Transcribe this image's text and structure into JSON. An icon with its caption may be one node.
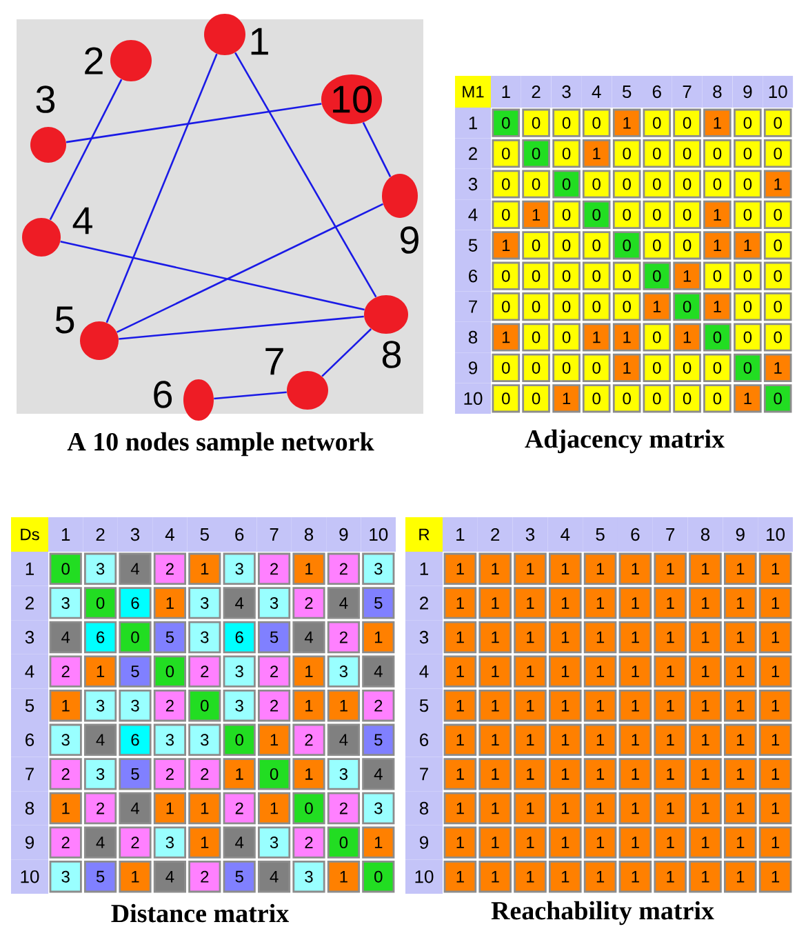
{
  "diagram": {
    "nodes": [
      {
        "text": [],
        "shape": "circle",
        "beside": [
          "1"
        ]
      },
      {
        "text": [],
        "shape": "circle",
        "beside": [
          "2"
        ]
      },
      {
        "text": [],
        "shape": "circle",
        "beside": [
          "3"
        ]
      },
      {
        "text": [],
        "shape": "circle",
        "beside": [
          "4"
        ]
      },
      {
        "text": [],
        "shape": "circle",
        "beside": [
          "5"
        ]
      },
      {
        "text": [],
        "shape": "circle",
        "beside": [
          "6"
        ]
      },
      {
        "text": [],
        "shape": "circle",
        "beside": [
          "7"
        ]
      },
      {
        "text": [],
        "shape": "circle",
        "beside": [
          "8"
        ]
      },
      {
        "text": [],
        "shape": "circle",
        "beside": [
          "9"
        ]
      },
      {
        "text": [
          "10"
        ]
      }
    ],
    "edges": [
      {
        "from": 0,
        "to": 4,
        "arrow": "none"
      },
      {
        "from": 0,
        "to": 7,
        "arrow": "none"
      },
      {
        "from": 1,
        "to": 3,
        "arrow": "none"
      },
      {
        "from": 2,
        "to": 9,
        "arrow": "none"
      },
      {
        "from": 3,
        "to": 7,
        "arrow": "none"
      },
      {
        "from": 4,
        "to": 7,
        "arrow": "none"
      },
      {
        "from": 4,
        "to": 8,
        "arrow": "none"
      },
      {
        "from": 5,
        "to": 6,
        "arrow": "none"
      },
      {
        "from": 6,
        "to": 7,
        "arrow": "none"
      },
      {
        "from": 8,
        "to": 9,
        "arrow": "none"
      }
    ],
    "labels": [
      "A 10 nodes sample network",
      "M1",
      "1",
      "2",
      "3",
      "4",
      "5",
      "6",
      "7",
      "8",
      "9",
      "10",
      "1",
      "0",
      "0",
      "0",
      "0",
      "1",
      "0",
      "0",
      "1",
      "0",
      "0",
      "2",
      "0",
      "0",
      "0",
      "1",
      "0",
      "0",
      "0",
      "0",
      "0",
      "0",
      "3",
      "0",
      "0",
      "0",
      "0",
      "0",
      "0",
      "0",
      "0",
      "0",
      "1",
      "4",
      "0",
      "1",
      "0",
      "0",
      "0",
      "0",
      "0",
      "1",
      "0",
      "0",
      "5",
      "1",
      "0",
      "0",
      "0",
      "0",
      "0",
      "0",
      "1",
      "1",
      "0",
      "6",
      "0",
      "0",
      "0",
      "0",
      "0",
      "0",
      "1",
      "0",
      "0",
      "0",
      "7",
      "0",
      "0",
      "0",
      "0",
      "0",
      "1",
      "0",
      "1",
      "0",
      "0",
      "8",
      "1",
      "0",
      "0",
      "1",
      "1",
      "0",
      "1",
      "0",
      "0",
      "0",
      "9",
      "0",
      "0",
      "0",
      "0",
      "1",
      "0",
      "0",
      "0",
      "0",
      "1",
      "10",
      "0",
      "0",
      "1",
      "0",
      "0",
      "0",
      "0",
      "0",
      "1",
      "0",
      "Adjacency matrix",
      "Ds",
      "1",
      "2",
      "3",
      "4",
      "5",
      "6",
      "7",
      "8",
      "9",
      "10",
      "1",
      "0",
      "3",
      "4",
      "2",
      "1",
      "3",
      "2",
      "1",
      "2",
      "3",
      "2",
      "3",
      "0",
      "6",
      "1",
      "3",
      "4",
      "3",
      "2",
      "4",
      "5",
      "3",
      "4",
      "6",
      "0",
      "5",
      "3",
      "6",
      "5",
      "4",
      "2",
      "1",
      "4",
      "2",
      "1",
      "5",
      "0",
      "2",
      "3",
      "2",
      "1",
      "3",
      "4",
      "5",
      "1",
      "3",
      "3",
      "2",
      "0",
      "3",
      "2",
      "1",
      "1",
      "2",
      "6",
      "3",
      "4",
      "6",
      "3",
      "3",
      "0",
      "1",
      "2",
      "4",
      "5",
      "7",
      "2",
      "3",
      "5",
      "2",
      "2",
      "1",
      "0",
      "1",
      "3",
      "4",
      "8",
      "1",
      "2",
      "4",
      "1",
      "1",
      "2",
      "1",
      "0",
      "2",
      "3",
      "9",
      "2",
      "4",
      "2",
      "3",
      "1",
      "4",
      "3",
      "2",
      "0",
      "1",
      "10",
      "3",
      "5",
      "1",
      "4",
      "2",
      "5",
      "4",
      "3",
      "1",
      "0",
      "Distance matrix",
      "R",
      "1",
      "2",
      "3",
      "4",
      "5",
      "6",
      "7",
      "8",
      "9",
      "10",
      "1",
      "1",
      "1",
      "1",
      "1",
      "1",
      "1",
      "1",
      "1",
      "1",
      "1",
      "2",
      "1",
      "1",
      "1",
      "1",
      "1",
      "1",
      "1",
      "1",
      "1",
      "1",
      "3",
      "1",
      "1",
      "1",
      "1",
      "1",
      "1",
      "1",
      "1",
      "1",
      "1",
      "4",
      "1",
      "1",
      "1",
      "1",
      "1",
      "1",
      "1",
      "1",
      "1",
      "1",
      "5",
      "1",
      "1",
      "1",
      "1",
      "1",
      "1",
      "1",
      "1",
      "1",
      "1",
      "6",
      "1",
      "1",
      "1",
      "1",
      "1",
      "1",
      "1",
      "1",
      "1",
      "1",
      "7",
      "1",
      "1",
      "1",
      "1",
      "1",
      "1",
      "1",
      "1",
      "1",
      "1",
      "8",
      "1",
      "1",
      "1",
      "1",
      "1",
      "1",
      "1",
      "1",
      "1",
      "1",
      "9",
      "1",
      "1",
      "1",
      "1",
      "1",
      "1",
      "1",
      "1",
      "1",
      "1",
      "10",
      "1",
      "1",
      "1",
      "1",
      "1",
      "1",
      "1",
      "1",
      "1",
      "1",
      "Reachability matrix"
    ]
  }
}
